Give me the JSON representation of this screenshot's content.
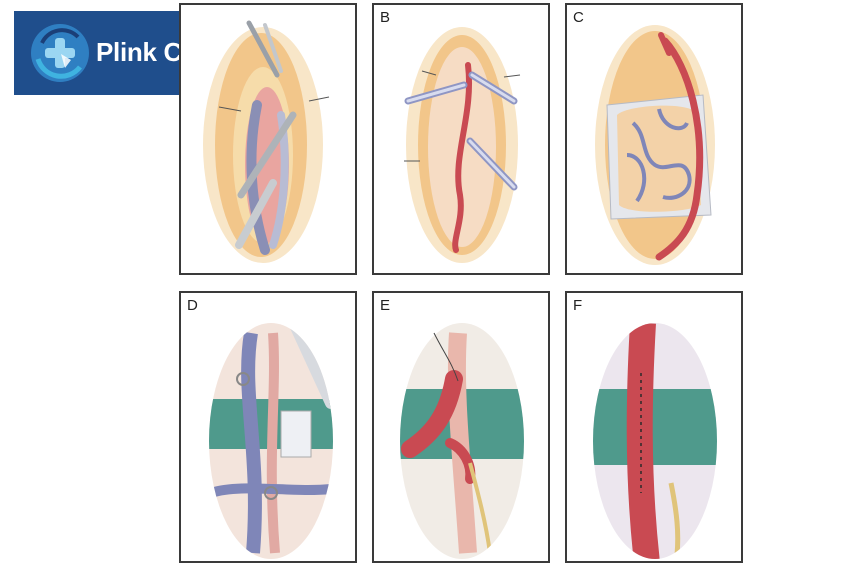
{
  "brand": {
    "name": "Plink Care",
    "logo_icon": "medical-cross-logo-icon",
    "background_color": "#1f4e8c"
  },
  "panels": [
    {
      "id": "A",
      "label": ""
    },
    {
      "id": "B",
      "label": "B"
    },
    {
      "id": "C",
      "label": "C"
    },
    {
      "id": "D",
      "label": "D"
    },
    {
      "id": "E",
      "label": "E"
    },
    {
      "id": "F",
      "label": "F"
    }
  ],
  "colors": {
    "skin": "#f2c68a",
    "fat": "#f6dcaa",
    "artery": "#c94a52",
    "vein": "#7f86b8",
    "drape": "#4f9a8c",
    "tissue": "#e9b7ac"
  }
}
